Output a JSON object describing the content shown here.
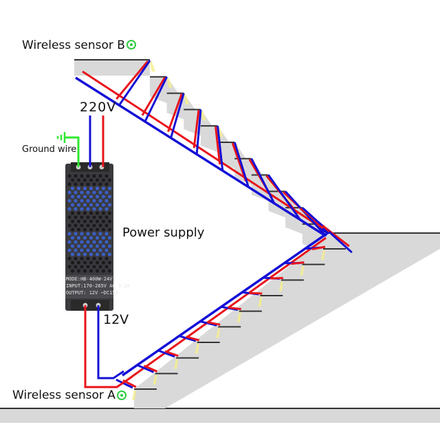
{
  "labels": {
    "sensor_b": "Wireless sensor B",
    "sensor_a": "Wireless sensor A",
    "input_voltage": "220V",
    "output_voltage": "12V",
    "ground_wire": "Ground wire",
    "power_supply": "Power supply"
  },
  "power_supply_plate": {
    "model": "MODE:HB-400W-24V",
    "input": "INPUT:170-265V AC 3.2A",
    "output": "OUTPUT: 12V  ~DC15A"
  },
  "colors": {
    "live_wire": "#e8141b",
    "neutral_wire": "#1410d6",
    "ground_wire": "#2ee830",
    "sensor_indicator": "#2ecc40",
    "stair_fill": "#d9d9d9",
    "step_edge": "#333333",
    "led_light": "#f5ef8a"
  },
  "stairs": {
    "upper_flight_steps": 11,
    "lower_flight_steps": 10
  }
}
